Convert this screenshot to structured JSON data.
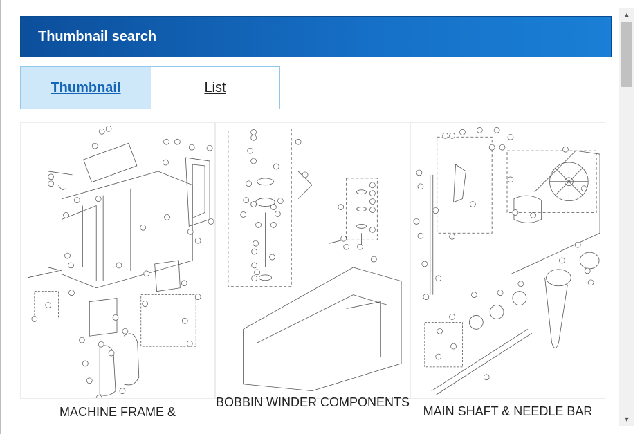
{
  "header": {
    "title": "Thumbnail search"
  },
  "tabs": [
    {
      "label": "Thumbnail",
      "active": true
    },
    {
      "label": "List",
      "active": false
    }
  ],
  "cards": [
    {
      "label": "MACHINE FRAME &"
    },
    {
      "label": "BOBBIN WINDER COMPONENTS"
    },
    {
      "label": "MAIN SHAFT & NEEDLE BAR"
    }
  ],
  "colors": {
    "header": "#1670c7",
    "tab_active_bg": "#cfe8f9",
    "tab_border": "#8fc8ec",
    "link": "#1565b7"
  },
  "scrollbar": {
    "up_icon": "scroll-up-arrow",
    "down_icon": "scroll-down-arrow"
  }
}
